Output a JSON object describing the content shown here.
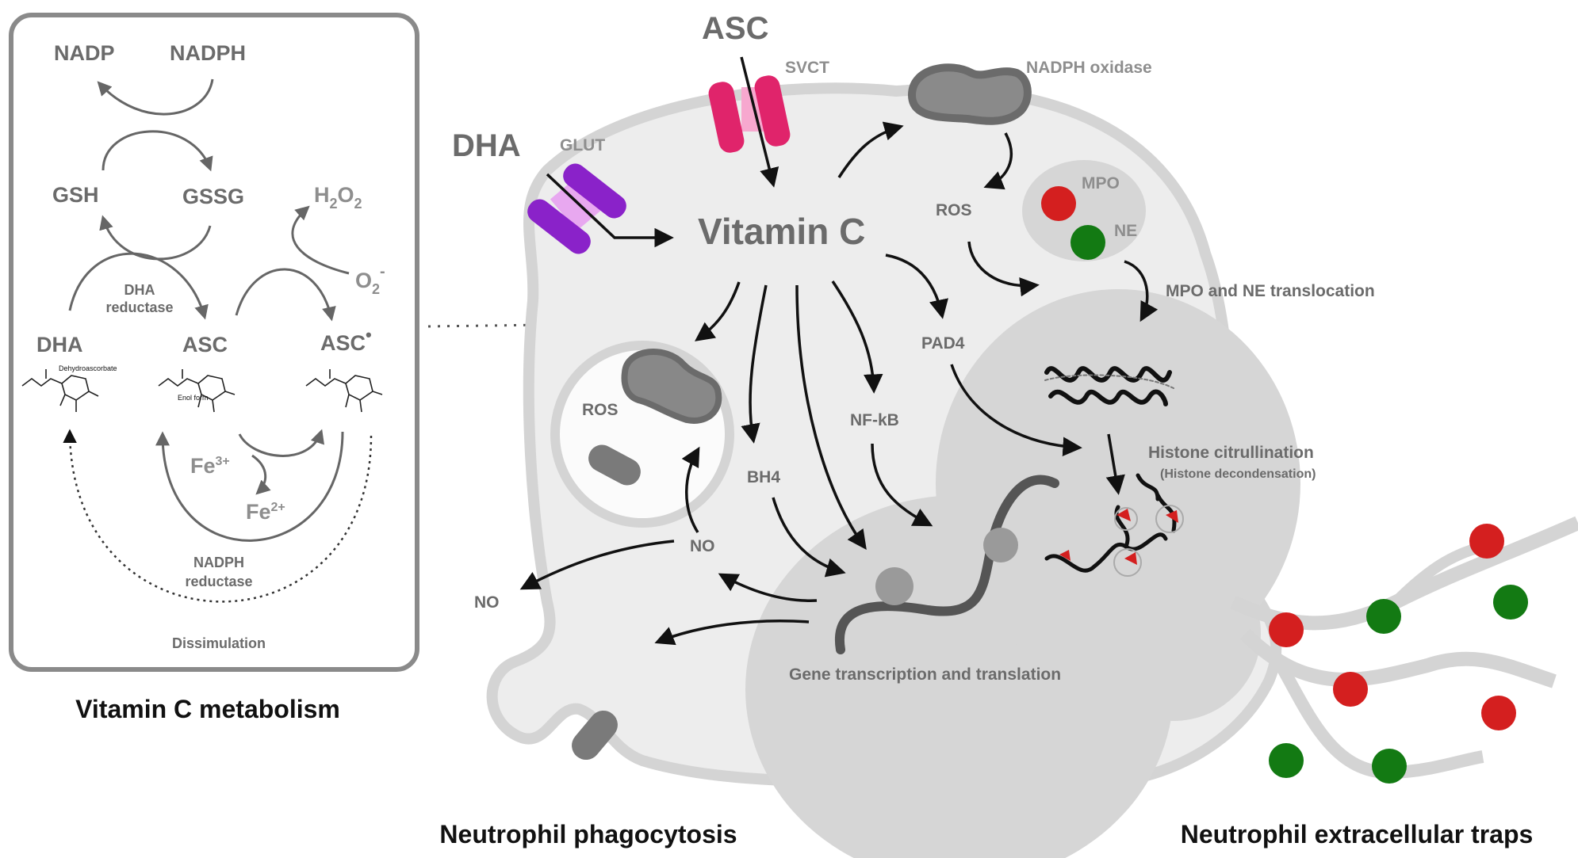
{
  "figure": {
    "captions": {
      "metabolism": "Vitamin C metabolism",
      "phagocytosis": "Neutrophil phagocytosis",
      "nets": "Neutrophil extracellular traps"
    },
    "metabolism_panel": {
      "nadp": "NADP",
      "nadph": "NADPH",
      "gsh": "GSH",
      "gssg": "GSSG",
      "h2o2_main": "H",
      "h2o2_sub1": "2",
      "h2o2_mid": "O",
      "h2o2_sub2": "2",
      "o2_main": "O",
      "o2_sub": "2",
      "o2_sup": "-",
      "dha_reductase_1": "DHA",
      "dha_reductase_2": "reductase",
      "dha": "DHA",
      "asc": "ASC",
      "asc_radical": "ASC",
      "asc_radical_sup": "•",
      "dehydroascorbate": "Dehydroascorbate",
      "enol_form": "Enol form",
      "fe3_main": "Fe",
      "fe3_sup": "3+",
      "fe2_main": "Fe",
      "fe2_sup": "2+",
      "nadph_reductase_1": "NADPH",
      "nadph_reductase_2": "reductase",
      "dissimulation": "Dissimulation"
    },
    "cell": {
      "asc": "ASC",
      "svct": "SVCT",
      "dha": "DHA",
      "glut": "GLUT",
      "vitamin_c": "Vitamin C",
      "nadph_oxidase": "NADPH oxidase",
      "ros_top": "ROS",
      "mpo": "MPO",
      "ne": "NE",
      "mpo_ne_translocation": "MPO and NE translocation",
      "pad4": "PAD4",
      "histone_citrullination": "Histone citrullination",
      "histone_decondensation": "(Histone decondensation)",
      "ros_phagosome": "ROS",
      "bh4": "BH4",
      "nfkb": "NF-kB",
      "no_inner": "NO",
      "no_outer": "NO",
      "gene_transcription": "Gene transcription and translation"
    },
    "colors": {
      "cell_fill": "#ededed",
      "cell_outline": "#d4d4d4",
      "nucleus": "#d6d6d6",
      "svct": "#e0246b",
      "glut": "#8a22c9",
      "mpo": "#d41f1f",
      "ne": "#137a13",
      "label_dark": "#6b6b6b",
      "label_light": "#8e8e8e"
    }
  }
}
